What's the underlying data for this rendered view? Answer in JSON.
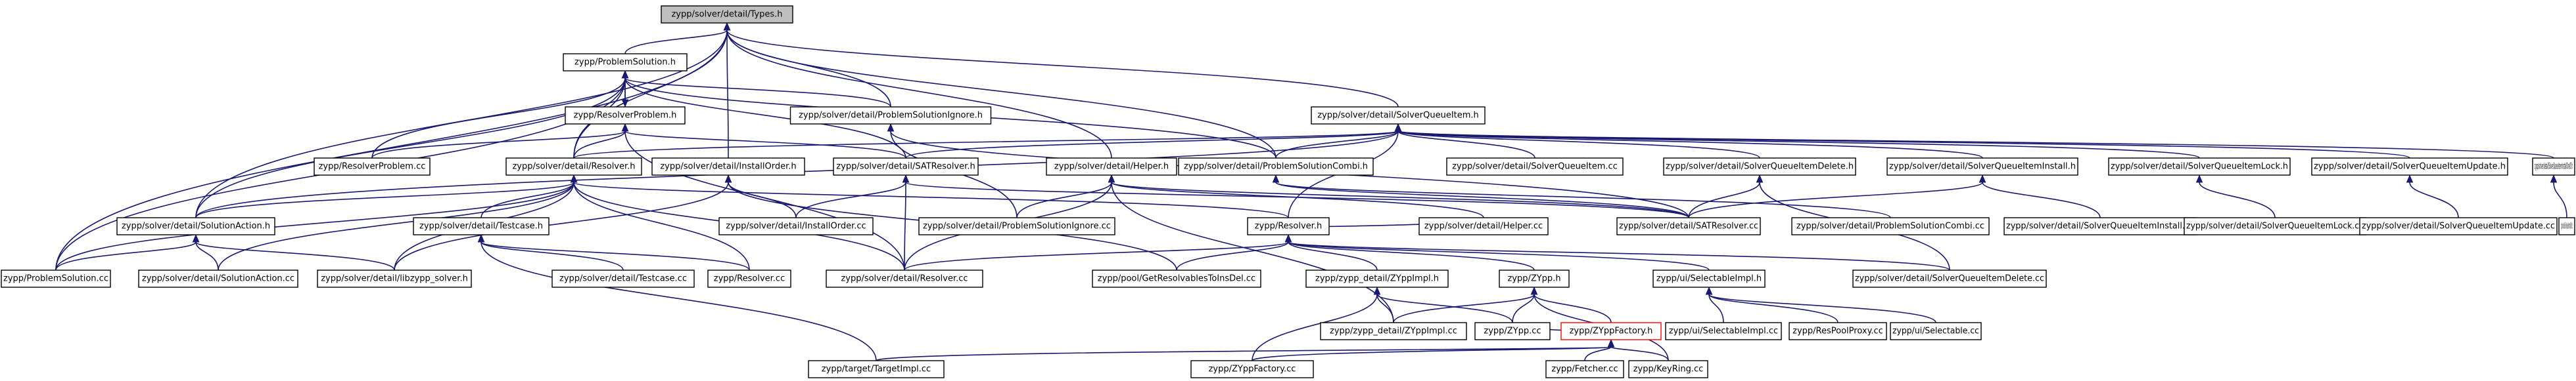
{
  "graph": {
    "nodes": [
      {
        "id": "types",
        "label": "zypp/solver/detail/Types.h",
        "style": "root"
      },
      {
        "id": "problemsolution",
        "label": "zypp/ProblemSolution.h"
      },
      {
        "id": "resolverproblem",
        "label": "zypp/ResolverProblem.h"
      },
      {
        "id": "psignore_h",
        "label": "zypp/solver/detail/ProblemSolutionIgnore.h"
      },
      {
        "id": "sqitem_h",
        "label": "zypp/solver/detail/SolverQueueItem.h"
      },
      {
        "id": "resolverproblem_cc",
        "label": "zypp/ResolverProblem.cc"
      },
      {
        "id": "resolver_h",
        "label": "zypp/solver/detail/Resolver.h"
      },
      {
        "id": "installorder_h",
        "label": "zypp/solver/detail/InstallOrder.h"
      },
      {
        "id": "satresolver_h",
        "label": "zypp/solver/detail/SATResolver.h"
      },
      {
        "id": "helper_h",
        "label": "zypp/solver/detail/Helper.h"
      },
      {
        "id": "pscombi_h",
        "label": "zypp/solver/detail/ProblemSolutionCombi.h"
      },
      {
        "id": "sqitem_cc",
        "label": "zypp/solver/detail/SolverQueueItem.cc"
      },
      {
        "id": "sqidelete_h",
        "label": "zypp/solver/detail/SolverQueueItemDelete.h"
      },
      {
        "id": "sqiinstall_h",
        "label": "zypp/solver/detail/SolverQueueItemInstall.h"
      },
      {
        "id": "sqilock_h",
        "label": "zypp/solver/detail/SolverQueueItemLock.h"
      },
      {
        "id": "sqiupdate_h",
        "label": "zypp/solver/detail/SolverQueueItemUpdate.h"
      },
      {
        "id": "sqiinstallone_h",
        "label": "zypp/solver/detail/SolverQueueItemInstallOneOf.h"
      },
      {
        "id": "solutionaction_h",
        "label": "zypp/solver/detail/SolutionAction.h"
      },
      {
        "id": "testcase_h",
        "label": "zypp/solver/detail/Testcase.h"
      },
      {
        "id": "installorder_cc",
        "label": "zypp/solver/detail/InstallOrder.cc"
      },
      {
        "id": "psignore_cc",
        "label": "zypp/solver/detail/ProblemSolutionIgnore.cc"
      },
      {
        "id": "resolver_zypp_h",
        "label": "zypp/Resolver.h"
      },
      {
        "id": "helper_cc",
        "label": "zypp/solver/detail/Helper.cc"
      },
      {
        "id": "satresolver_cc",
        "label": "zypp/solver/detail/SATResolver.cc"
      },
      {
        "id": "pscombi_cc",
        "label": "zypp/solver/detail/ProblemSolutionCombi.cc"
      },
      {
        "id": "sqiinstall_cc",
        "label": "zypp/solver/detail/SolverQueueItemInstall.cc"
      },
      {
        "id": "sqilock_cc",
        "label": "zypp/solver/detail/SolverQueueItemLock.cc"
      },
      {
        "id": "sqiupdate_cc",
        "label": "zypp/solver/detail/SolverQueueItemUpdate.cc"
      },
      {
        "id": "sqiinstallone_cc",
        "label": "zypp/solver/detail/SolverQueueItemInstallOneOf.cc"
      },
      {
        "id": "problemsolution_cc",
        "label": "zypp/ProblemSolution.cc"
      },
      {
        "id": "solutionaction_cc",
        "label": "zypp/solver/detail/SolutionAction.cc"
      },
      {
        "id": "libzypp_solver_h",
        "label": "zypp/solver/detail/libzypp_solver.h"
      },
      {
        "id": "testcase_cc",
        "label": "zypp/solver/detail/Testcase.cc"
      },
      {
        "id": "resolver_zypp_cc",
        "label": "zypp/Resolver.cc"
      },
      {
        "id": "resolver_cc",
        "label": "zypp/solver/detail/Resolver.cc"
      },
      {
        "id": "getresolvables_cc",
        "label": "zypp/pool/GetResolvablesToInsDel.cc"
      },
      {
        "id": "zyppimpl_h",
        "label": "zypp/zypp_detail/ZYppImpl.h"
      },
      {
        "id": "zypp_h",
        "label": "zypp/ZYpp.h"
      },
      {
        "id": "selectableimpl_h",
        "label": "zypp/ui/SelectableImpl.h"
      },
      {
        "id": "sqidelete_cc",
        "label": "zypp/solver/detail/SolverQueueItemDelete.cc"
      },
      {
        "id": "zyppimpl_cc",
        "label": "zypp/zypp_detail/ZYppImpl.cc"
      },
      {
        "id": "zypp_cc",
        "label": "zypp/ZYpp.cc"
      },
      {
        "id": "zyppfactory_h",
        "label": "zypp/ZYppFactory.h",
        "style": "red"
      },
      {
        "id": "selectableimpl_cc",
        "label": "zypp/ui/SelectableImpl.cc"
      },
      {
        "id": "respoolproxy_cc",
        "label": "zypp/ResPoolProxy.cc"
      },
      {
        "id": "selectable_cc",
        "label": "zypp/ui/Selectable.cc"
      },
      {
        "id": "targetimpl_cc",
        "label": "zypp/target/TargetImpl.cc"
      },
      {
        "id": "zyppfactory_cc",
        "label": "zypp/ZYppFactory.cc"
      },
      {
        "id": "fetcher_cc",
        "label": "zypp/Fetcher.cc"
      },
      {
        "id": "keyring_cc",
        "label": "zypp/KeyRing.cc"
      }
    ],
    "edges": [
      [
        "types",
        "problemsolution"
      ],
      [
        "types",
        "psignore_h"
      ],
      [
        "types",
        "sqitem_h"
      ],
      [
        "types",
        "resolver_h"
      ],
      [
        "types",
        "installorder_h"
      ],
      [
        "types",
        "helper_h"
      ],
      [
        "types",
        "pscombi_h"
      ],
      [
        "types",
        "solutionaction_h"
      ],
      [
        "types",
        "problemsolution_cc"
      ],
      [
        "problemsolution",
        "resolverproblem"
      ],
      [
        "problemsolution",
        "psignore_h"
      ],
      [
        "problemsolution",
        "pscombi_h"
      ],
      [
        "problemsolution",
        "resolverproblem_cc"
      ],
      [
        "problemsolution",
        "resolver_h"
      ],
      [
        "problemsolution",
        "satresolver_h"
      ],
      [
        "problemsolution",
        "solutionaction_h"
      ],
      [
        "problemsolution",
        "problemsolution_cc"
      ],
      [
        "resolverproblem",
        "problemsolution"
      ],
      [
        "resolverproblem",
        "resolverproblem_cc"
      ],
      [
        "resolverproblem",
        "resolver_h"
      ],
      [
        "resolverproblem",
        "satresolver_h"
      ],
      [
        "resolverproblem",
        "resolver_cc"
      ],
      [
        "psignore_h",
        "psignore_cc"
      ],
      [
        "psignore_h",
        "satresolver_cc"
      ],
      [
        "sqitem_h",
        "resolver_h"
      ],
      [
        "sqitem_h",
        "satresolver_h"
      ],
      [
        "sqitem_h",
        "pscombi_h"
      ],
      [
        "sqitem_h",
        "sqitem_cc"
      ],
      [
        "sqitem_h",
        "sqidelete_h"
      ],
      [
        "sqitem_h",
        "sqiinstall_h"
      ],
      [
        "sqitem_h",
        "sqilock_h"
      ],
      [
        "sqitem_h",
        "sqiupdate_h"
      ],
      [
        "sqitem_h",
        "sqiinstallone_h"
      ],
      [
        "sqitem_h",
        "resolver_zypp_h"
      ],
      [
        "sqitem_h",
        "solutionaction_h"
      ],
      [
        "resolver_h",
        "solutionaction_h"
      ],
      [
        "resolver_h",
        "testcase_h"
      ],
      [
        "resolver_h",
        "problemsolution_cc"
      ],
      [
        "resolver_h",
        "libzypp_solver_h"
      ],
      [
        "resolver_h",
        "resolver_zypp_cc"
      ],
      [
        "resolver_h",
        "resolver_cc"
      ],
      [
        "resolver_h",
        "resolver_zypp_h"
      ],
      [
        "resolver_h",
        "solutionaction_cc"
      ],
      [
        "installorder_h",
        "installorder_cc"
      ],
      [
        "installorder_h",
        "libzypp_solver_h"
      ],
      [
        "installorder_h",
        "getresolvables_cc"
      ],
      [
        "satresolver_h",
        "satresolver_cc"
      ],
      [
        "satresolver_h",
        "resolver_cc"
      ],
      [
        "satresolver_h",
        "installorder_cc"
      ],
      [
        "helper_h",
        "helper_cc"
      ],
      [
        "helper_h",
        "psignore_cc"
      ],
      [
        "helper_h",
        "satresolver_cc"
      ],
      [
        "helper_h",
        "resolver_cc"
      ],
      [
        "helper_h",
        "zyppimpl_cc"
      ],
      [
        "pscombi_h",
        "pscombi_cc"
      ],
      [
        "pscombi_h",
        "satresolver_cc"
      ],
      [
        "sqidelete_h",
        "sqidelete_cc"
      ],
      [
        "sqidelete_h",
        "satresolver_cc"
      ],
      [
        "sqiinstall_h",
        "sqiinstall_cc"
      ],
      [
        "sqiinstall_h",
        "satresolver_cc"
      ],
      [
        "sqilock_h",
        "sqilock_cc"
      ],
      [
        "sqiupdate_h",
        "sqiupdate_cc"
      ],
      [
        "sqiinstallone_h",
        "sqiinstallone_cc"
      ],
      [
        "solutionaction_h",
        "problemsolution_cc"
      ],
      [
        "solutionaction_h",
        "solutionaction_cc"
      ],
      [
        "solutionaction_h",
        "libzypp_solver_h"
      ],
      [
        "testcase_h",
        "testcase_cc"
      ],
      [
        "testcase_h",
        "resolver_zypp_cc"
      ],
      [
        "testcase_h",
        "targetimpl_cc"
      ],
      [
        "resolver_zypp_h",
        "getresolvables_cc"
      ],
      [
        "resolver_zypp_h",
        "zyppimpl_h"
      ],
      [
        "resolver_zypp_h",
        "zypp_h"
      ],
      [
        "resolver_zypp_h",
        "selectableimpl_h"
      ],
      [
        "resolver_zypp_h",
        "sqidelete_cc"
      ],
      [
        "resolver_zypp_h",
        "resolver_cc"
      ],
      [
        "resolver_zypp_h",
        "helper_cc"
      ],
      [
        "zyppimpl_h",
        "zyppimpl_cc"
      ],
      [
        "zyppimpl_h",
        "zypp_cc"
      ],
      [
        "zyppimpl_h",
        "zyppfactory_cc"
      ],
      [
        "zypp_h",
        "zyppimpl_cc"
      ],
      [
        "zypp_h",
        "zypp_cc"
      ],
      [
        "zypp_h",
        "zyppfactory_h"
      ],
      [
        "zypp_h",
        "keyring_cc"
      ],
      [
        "selectableimpl_h",
        "selectableimpl_cc"
      ],
      [
        "selectableimpl_h",
        "respoolproxy_cc"
      ],
      [
        "selectableimpl_h",
        "selectable_cc"
      ],
      [
        "zyppfactory_h",
        "zypp_cc"
      ],
      [
        "zyppfactory_h",
        "targetimpl_cc"
      ],
      [
        "zyppfactory_h",
        "zyppfactory_cc"
      ],
      [
        "zyppfactory_h",
        "fetcher_cc"
      ],
      [
        "zyppfactory_h",
        "keyring_cc"
      ]
    ]
  },
  "colors": {
    "edge": "#191970",
    "node_border": "#000000",
    "root_fill": "#bfbfbf",
    "highlight_border": "#ff0000"
  }
}
